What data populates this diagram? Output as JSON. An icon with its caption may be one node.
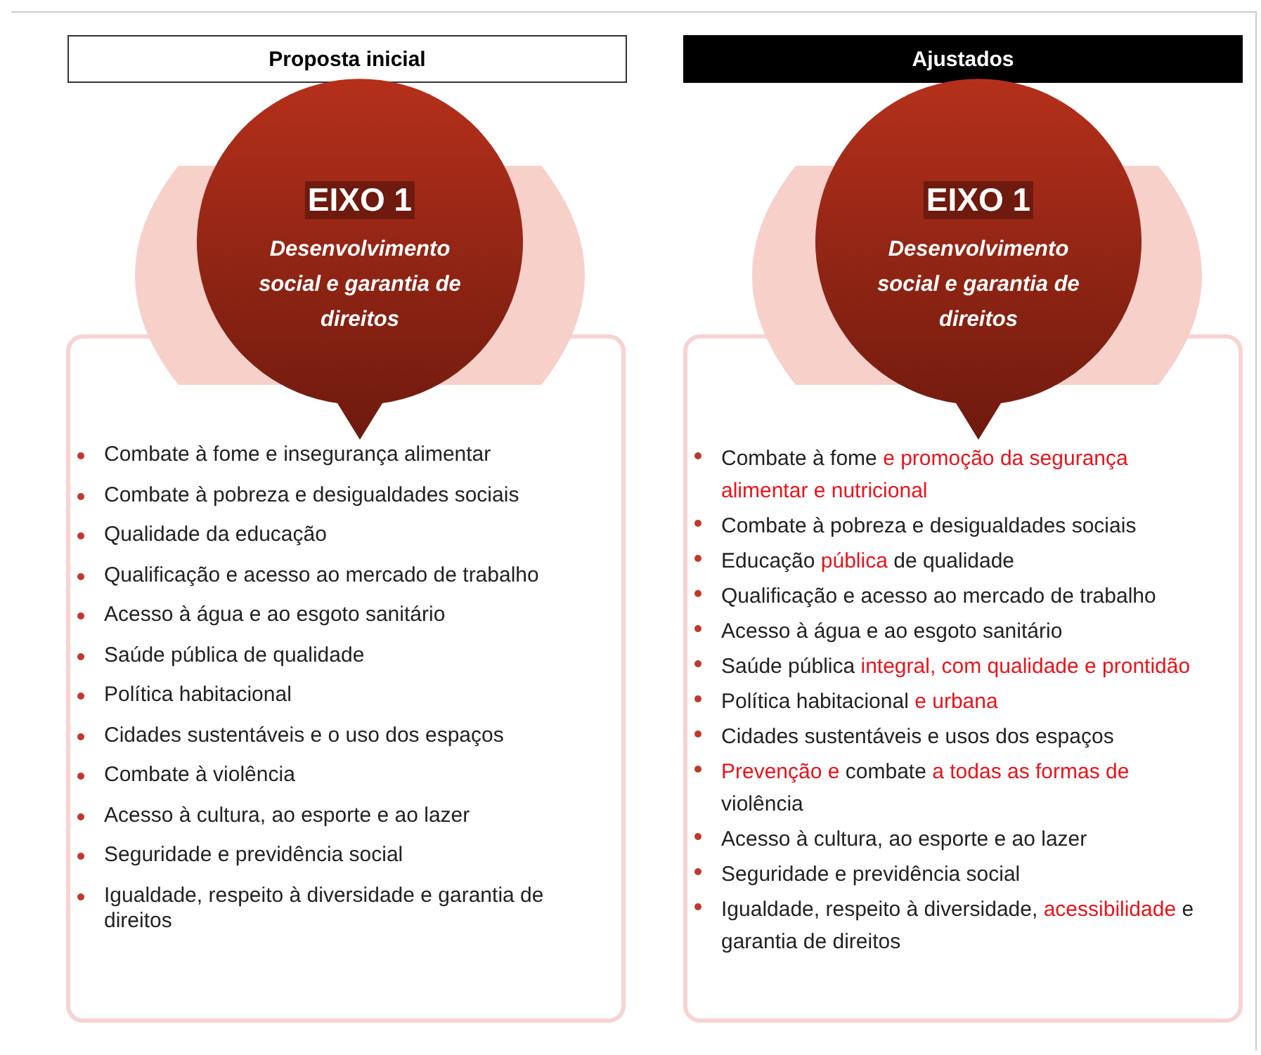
{
  "diagram": {
    "nodes": [
      {
        "text": [
          "Proposta inicial"
        ]
      },
      {
        "text": [
          "EIXO 1",
          "Desenvolvimento social e garantia de direitos"
        ]
      },
      {
        "text": [
          "Combate à fome e insegurança alimentar",
          "Combate à pobreza e desigualdades sociais",
          "Qualidade da educação",
          "Qualificação e acesso ao mercado  de trabalho",
          "Acesso à água e ao esgoto sanitário",
          "Saúde pública de qualidade",
          "Política habitacional",
          "Cidades sustentáveis e o uso dos espaços",
          "Combate à violência",
          "Acesso à cultura, ao esporte e ao lazer",
          "Seguridade e previdência social",
          "Igualdade, respeito à diversidade e garantia de direitos"
        ]
      },
      {
        "text": [
          "Ajustados"
        ]
      },
      {
        "text": [
          "EIXO 1",
          "Desenvolvimento social e garantia de direitos"
        ]
      },
      {
        "text": [
          "Combate à fome **e promoção da segurança alimentar e nutricional**",
          "Combate à pobreza e desigualdades sociais",
          "Educação **pública** de qualidade",
          "Qualificação e acesso ao mercado de trabalho",
          "Acesso à água e ao esgoto sanitário",
          "Saúde pública **integral, com qualidade e prontidão**",
          "Política habitacional **e urbana**",
          "Cidades sustentáveis e usos dos espaços",
          "**Prevenção e** combate **a todas as formas de** violência",
          "Acesso à cultura, ao esporte e ao lazer",
          "Seguridade e previdência social",
          "Igualdade, respeito à diversidade, **acessibilidade** e garantia de direitos"
        ]
      }
    ],
    "edges": []
  }
}
